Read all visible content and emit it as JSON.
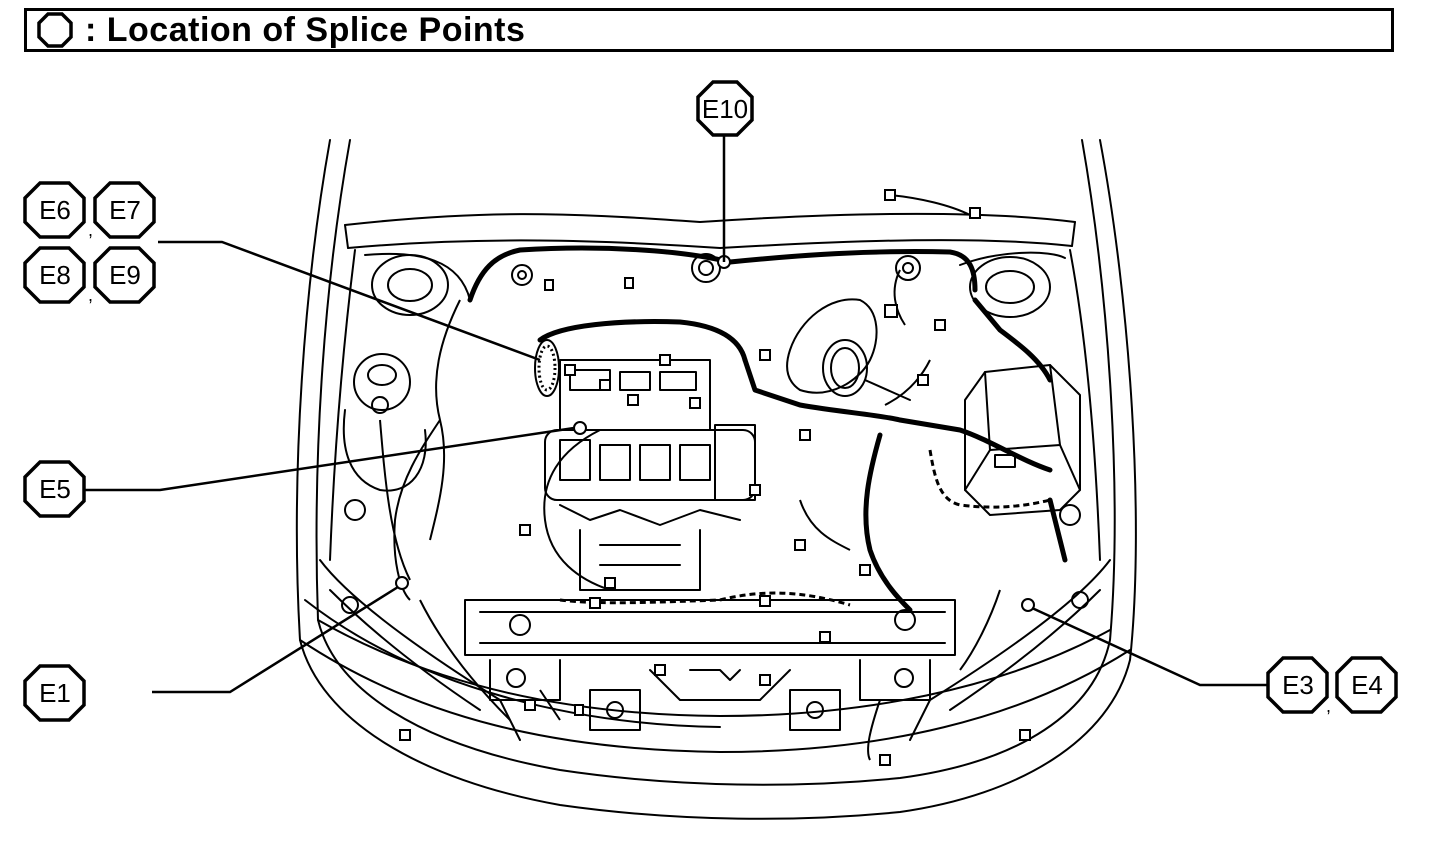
{
  "header": {
    "title": ": Location of Splice Points",
    "legend_icon": "octagon-icon"
  },
  "callouts": {
    "e1": "E1",
    "e3": "E3",
    "e4": "E4",
    "e5": "E5",
    "e6": "E6",
    "e7": "E7",
    "e8": "E8",
    "e9": "E9",
    "e10": "E10"
  },
  "separators": {
    "e6_e7": ",",
    "e8_e9": ",",
    "e3_e4": ","
  },
  "colors": {
    "ink": "#000000",
    "paper": "#ffffff"
  }
}
